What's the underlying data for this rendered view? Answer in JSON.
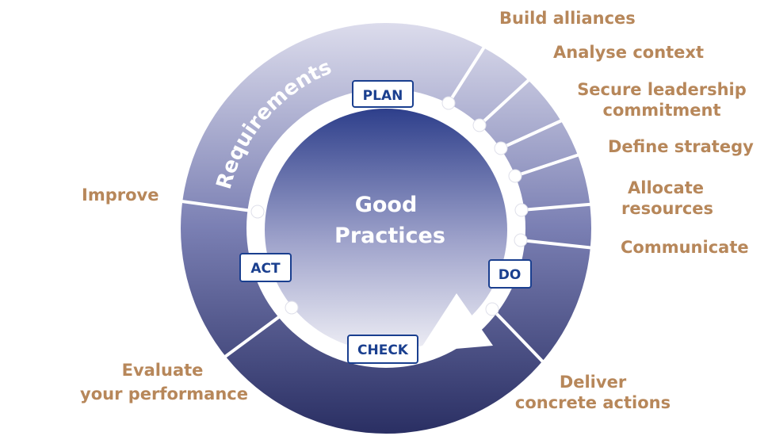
{
  "ring_label": "Requirements",
  "center": {
    "line1": "Good",
    "line2": "Practices"
  },
  "phases": {
    "plan": "PLAN",
    "do": "DO",
    "check": "CHECK",
    "act": "ACT"
  },
  "steps": {
    "build_alliances": "Build alliances",
    "analyse_context": "Analyse context",
    "secure_1": "Secure leadership",
    "secure_2": "commitment",
    "define_strategy": "Define strategy",
    "allocate_1": "Allocate",
    "allocate_2": "resources",
    "communicate": "Communicate",
    "deliver_1": "Deliver",
    "deliver_2": "concrete actions",
    "evaluate_1": "Evaluate",
    "evaluate_2": "your performance",
    "improve": "Improve"
  },
  "colors": {
    "label": "#b7875a",
    "phase_text": "#1a3f8f",
    "ring_dark": "#2d3366",
    "ring_light": "#dcdcec"
  }
}
